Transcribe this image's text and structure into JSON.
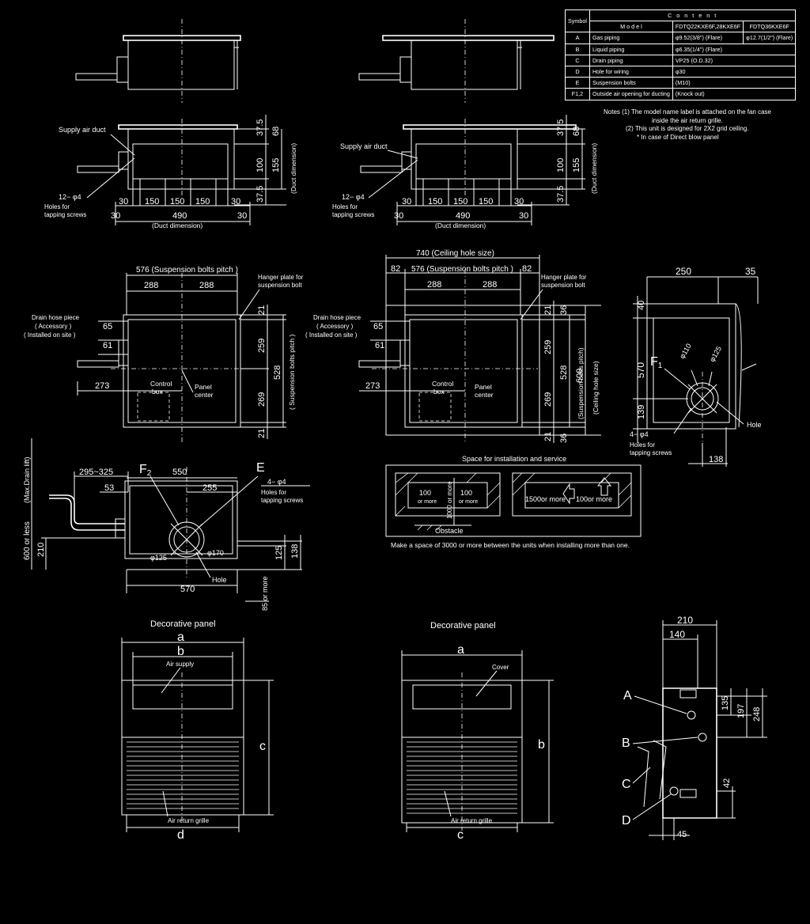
{
  "spec_table": {
    "header": {
      "symbol": "Symbol",
      "content": "C o n t e n t",
      "model": "M o d e l",
      "model_a": "FDTQ22KXE6F,28KXE6F",
      "model_b": "FDTQ36KXE6F"
    },
    "rows": [
      {
        "symbol": "A",
        "name": "Gas piping",
        "val_a": "φ9.52(3/8\") (Flare)",
        "val_b": "φ12.7(1/2\") (Flare)"
      },
      {
        "symbol": "B",
        "name": "Liquid piping",
        "val_a": "φ6.35(1/4\") (Flare)",
        "val_b": ""
      },
      {
        "symbol": "C",
        "name": "Drain piping",
        "val_a": "VP25 (O.D.32)",
        "val_b": ""
      },
      {
        "symbol": "D",
        "name": "Hole for wiring",
        "val_a": "φ30",
        "val_b": ""
      },
      {
        "symbol": "E",
        "name": "Suspension bolts",
        "val_a": "(M10)",
        "val_b": ""
      },
      {
        "symbol": "F1,2",
        "name": "Outside air opening for ducting",
        "val_a": "(Knock out)",
        "val_b": ""
      }
    ]
  },
  "notes": {
    "line1": "Notes (1) The model name label is attached on the fan case",
    "line2": "inside the air return grille.",
    "line3": "(2) This unit is designed for 2X2 grid ceiling.",
    "line4": "* In case of Direct blow panel"
  },
  "duct_views": {
    "supply_air_duct": "Supply air duct",
    "holes_count": "12− φ4",
    "holes_l1": "Holes for",
    "holes_l2": "tapping screws",
    "dims_bottom": [
      "30",
      "150",
      "150",
      "150",
      "30"
    ],
    "dim_490": "490",
    "dim_30": "30",
    "duct_dimension": "(Duct dimension)",
    "dims_right": [
      "37.5",
      "68",
      "100",
      "155",
      "37.5"
    ],
    "duct_dimension_v": "(Duct dimension)"
  },
  "plan_left": {
    "pitch_top": "576 (Suspension bolts pitch )",
    "half_a": "288",
    "half_b": "288",
    "hanger_l1": "Hanger plate for",
    "hanger_l2": "suspension bolt",
    "drain_l1": "Drain hose piece",
    "drain_l2": "( Accessory )",
    "drain_l3": "( Installed on site )",
    "d65": "65",
    "d61": "61",
    "d273": "273",
    "control_l1": "Control",
    "control_l2": "box",
    "panel_l1": "Panel",
    "panel_l2": "center",
    "right_dims": [
      "21",
      "259",
      "528",
      "269",
      "21"
    ],
    "pitch_v": "( Suspension bolts pitch )"
  },
  "plan_right": {
    "ceiling_hole": "740 (Ceiling hole size)",
    "d82a": "82",
    "pitch": "576 (Suspension bolts pitch )",
    "d82b": "82",
    "half_a": "288",
    "half_b": "288",
    "right_dims": [
      "21",
      "36",
      "259",
      "528",
      "600",
      "269",
      "21",
      "36"
    ],
    "pitch_v": "(Suspension bolts pitch)",
    "ceiling_v": "(Ceiling hole size)"
  },
  "side_view": {
    "d250": "250",
    "d35": "35",
    "d40": "40",
    "d570": "570",
    "f1": "F",
    "f1_sub": "1",
    "d110": "φ110",
    "d125": "φ125",
    "d139": "139",
    "holes_count": "4− φ4",
    "holes_l1": "Holes for",
    "holes_l2": "tapping screws",
    "hole": "Hole",
    "d138": "138"
  },
  "bottom_view": {
    "drain_lift": "(Max.Drain lift)",
    "d600": "600 or less",
    "d295": "295~325",
    "d53": "53",
    "d210": "210",
    "f2": "F",
    "f2_sub": "2",
    "d550": "550",
    "d255": "255",
    "e": "E",
    "holes_count": "4− φ4",
    "holes_l1": "Holes for",
    "holes_l2": "tapping screws",
    "d125": "φ125",
    "d170": "φ170",
    "d125v": "125",
    "d138": "138",
    "hole": "Hole",
    "d570": "570",
    "d85": "85 or more"
  },
  "service_space": {
    "title": "Space for installation and service",
    "d100a": "100",
    "or_more_a": "or more",
    "d100b": "100",
    "or_more_b": "or more",
    "d1000": "1000 or more",
    "obstacle": "Obstacle",
    "d1500": "1500or more",
    "d100c": "100or more",
    "footer": "Make a space of 3000 or more between the units when installing more than one."
  },
  "panel_left": {
    "title": "Decorative panel",
    "a": "a",
    "b": "b",
    "air_supply": "Air supply",
    "c": "c",
    "air_return": "Air return grille",
    "d": "d"
  },
  "panel_right": {
    "title": "Decorative panel",
    "a": "a",
    "cover": "Cover",
    "b": "b",
    "air_return": "Air return grille",
    "c": "c"
  },
  "pipe_view": {
    "d210": "210",
    "d140": "140",
    "a": "A",
    "b": "B",
    "c": "C",
    "d": "D",
    "d135": "135",
    "d197": "197",
    "d248": "248",
    "d42": "42",
    "d45": "45"
  }
}
